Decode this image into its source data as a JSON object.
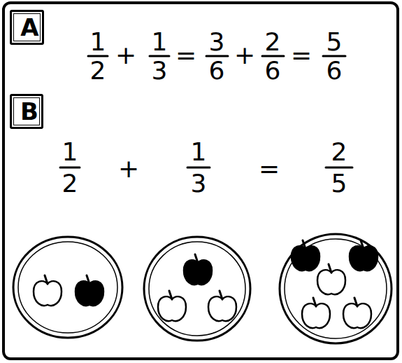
{
  "diagram": {
    "nodes": [
      {
        "text": [
          "A"
        ]
      },
      {
        "text": [
          "B"
        ]
      }
    ],
    "labels": [
      "1",
      "2",
      "+",
      "1",
      "3",
      "=",
      "3",
      "6",
      "+",
      "2",
      "6",
      "=",
      "5",
      "6",
      "1",
      "2",
      "+",
      "1",
      "3",
      "=",
      "2",
      "5"
    ]
  }
}
